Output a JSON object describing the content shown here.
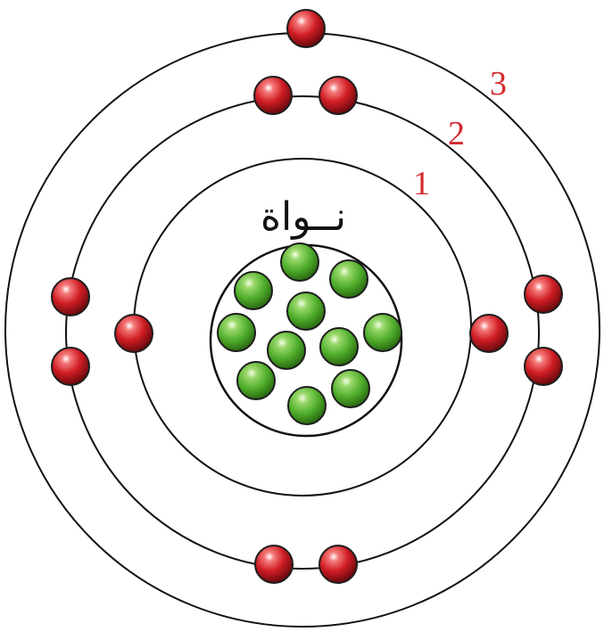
{
  "diagram": {
    "nucleus_label": "نــواة",
    "shell_labels": [
      "1",
      "2",
      "3"
    ],
    "colors": {
      "electron": "#d01d24",
      "proton": "#4fae2b",
      "shell_line": "#111111",
      "shell_label": "#d42a2f",
      "background": "#ffffff"
    },
    "counts": {
      "shell_1_electrons": 2,
      "shell_2_electrons": 8,
      "shell_3_electrons": 1,
      "nucleus_particles": 11
    }
  }
}
